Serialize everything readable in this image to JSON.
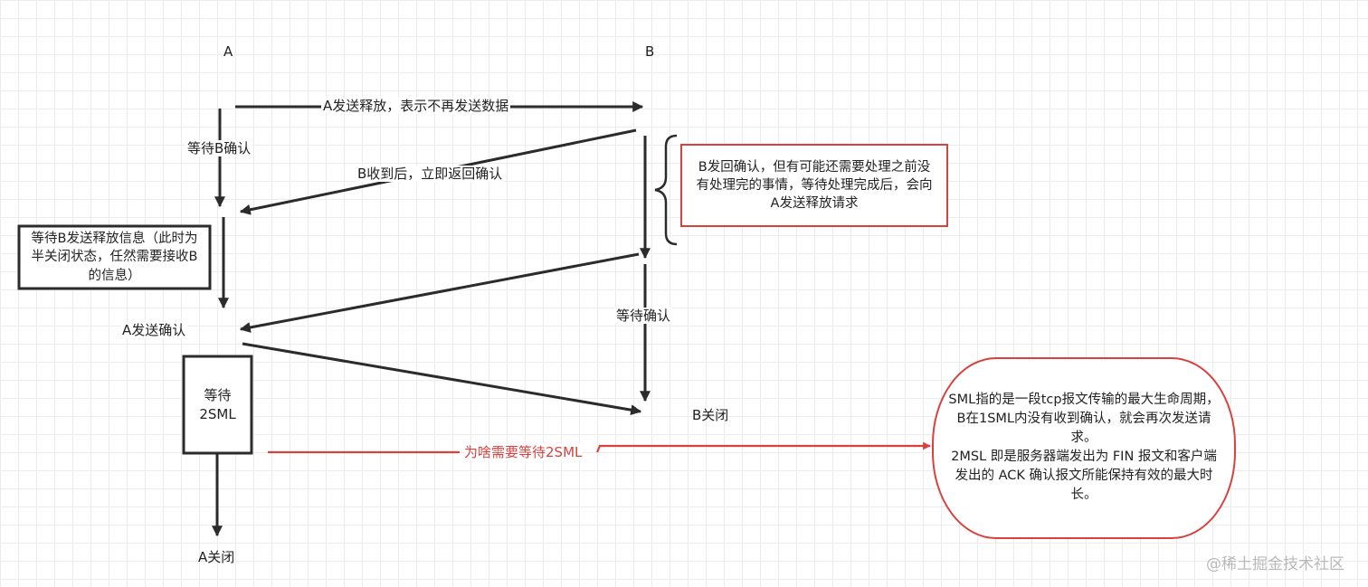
{
  "actors": {
    "a": "A",
    "b": "B"
  },
  "messages": {
    "a_release": "A发送释放，表示不再发送数据",
    "b_ack_return": "B收到后，立即返回确认",
    "a_send_ack": "A发送确认"
  },
  "states": {
    "wait_b_ack": "等待B确认",
    "wait_ack": "等待确认",
    "wait_2sml": "等待\n2SML",
    "a_closed": "A关闭",
    "b_closed": "B关闭",
    "why_2sml": "为啥需要等待2SML"
  },
  "notes": {
    "a_half_close": "等待B发送释放信息（此时为半关闭状态，任然需要接收B的信息）",
    "b_confirm": "B发回确认，但有可能还需要处理之前没有处理完的事情，等待处理完成后，会向A发送释放请求",
    "msl_explain": "SML指的是一段tcp报文传输的最大生命周期，B在1SML内没有收到确认，就会再次发送请求。\n2MSL 即是服务器端发出为 FIN 报文和客户端发出的 ACK 确认报文所能保持有效的最大时长。"
  },
  "watermark": "@稀土掘金技术社区",
  "colors": {
    "stroke": "#2b2b2b",
    "accent": "#d9413f",
    "grid": "#ececec"
  }
}
